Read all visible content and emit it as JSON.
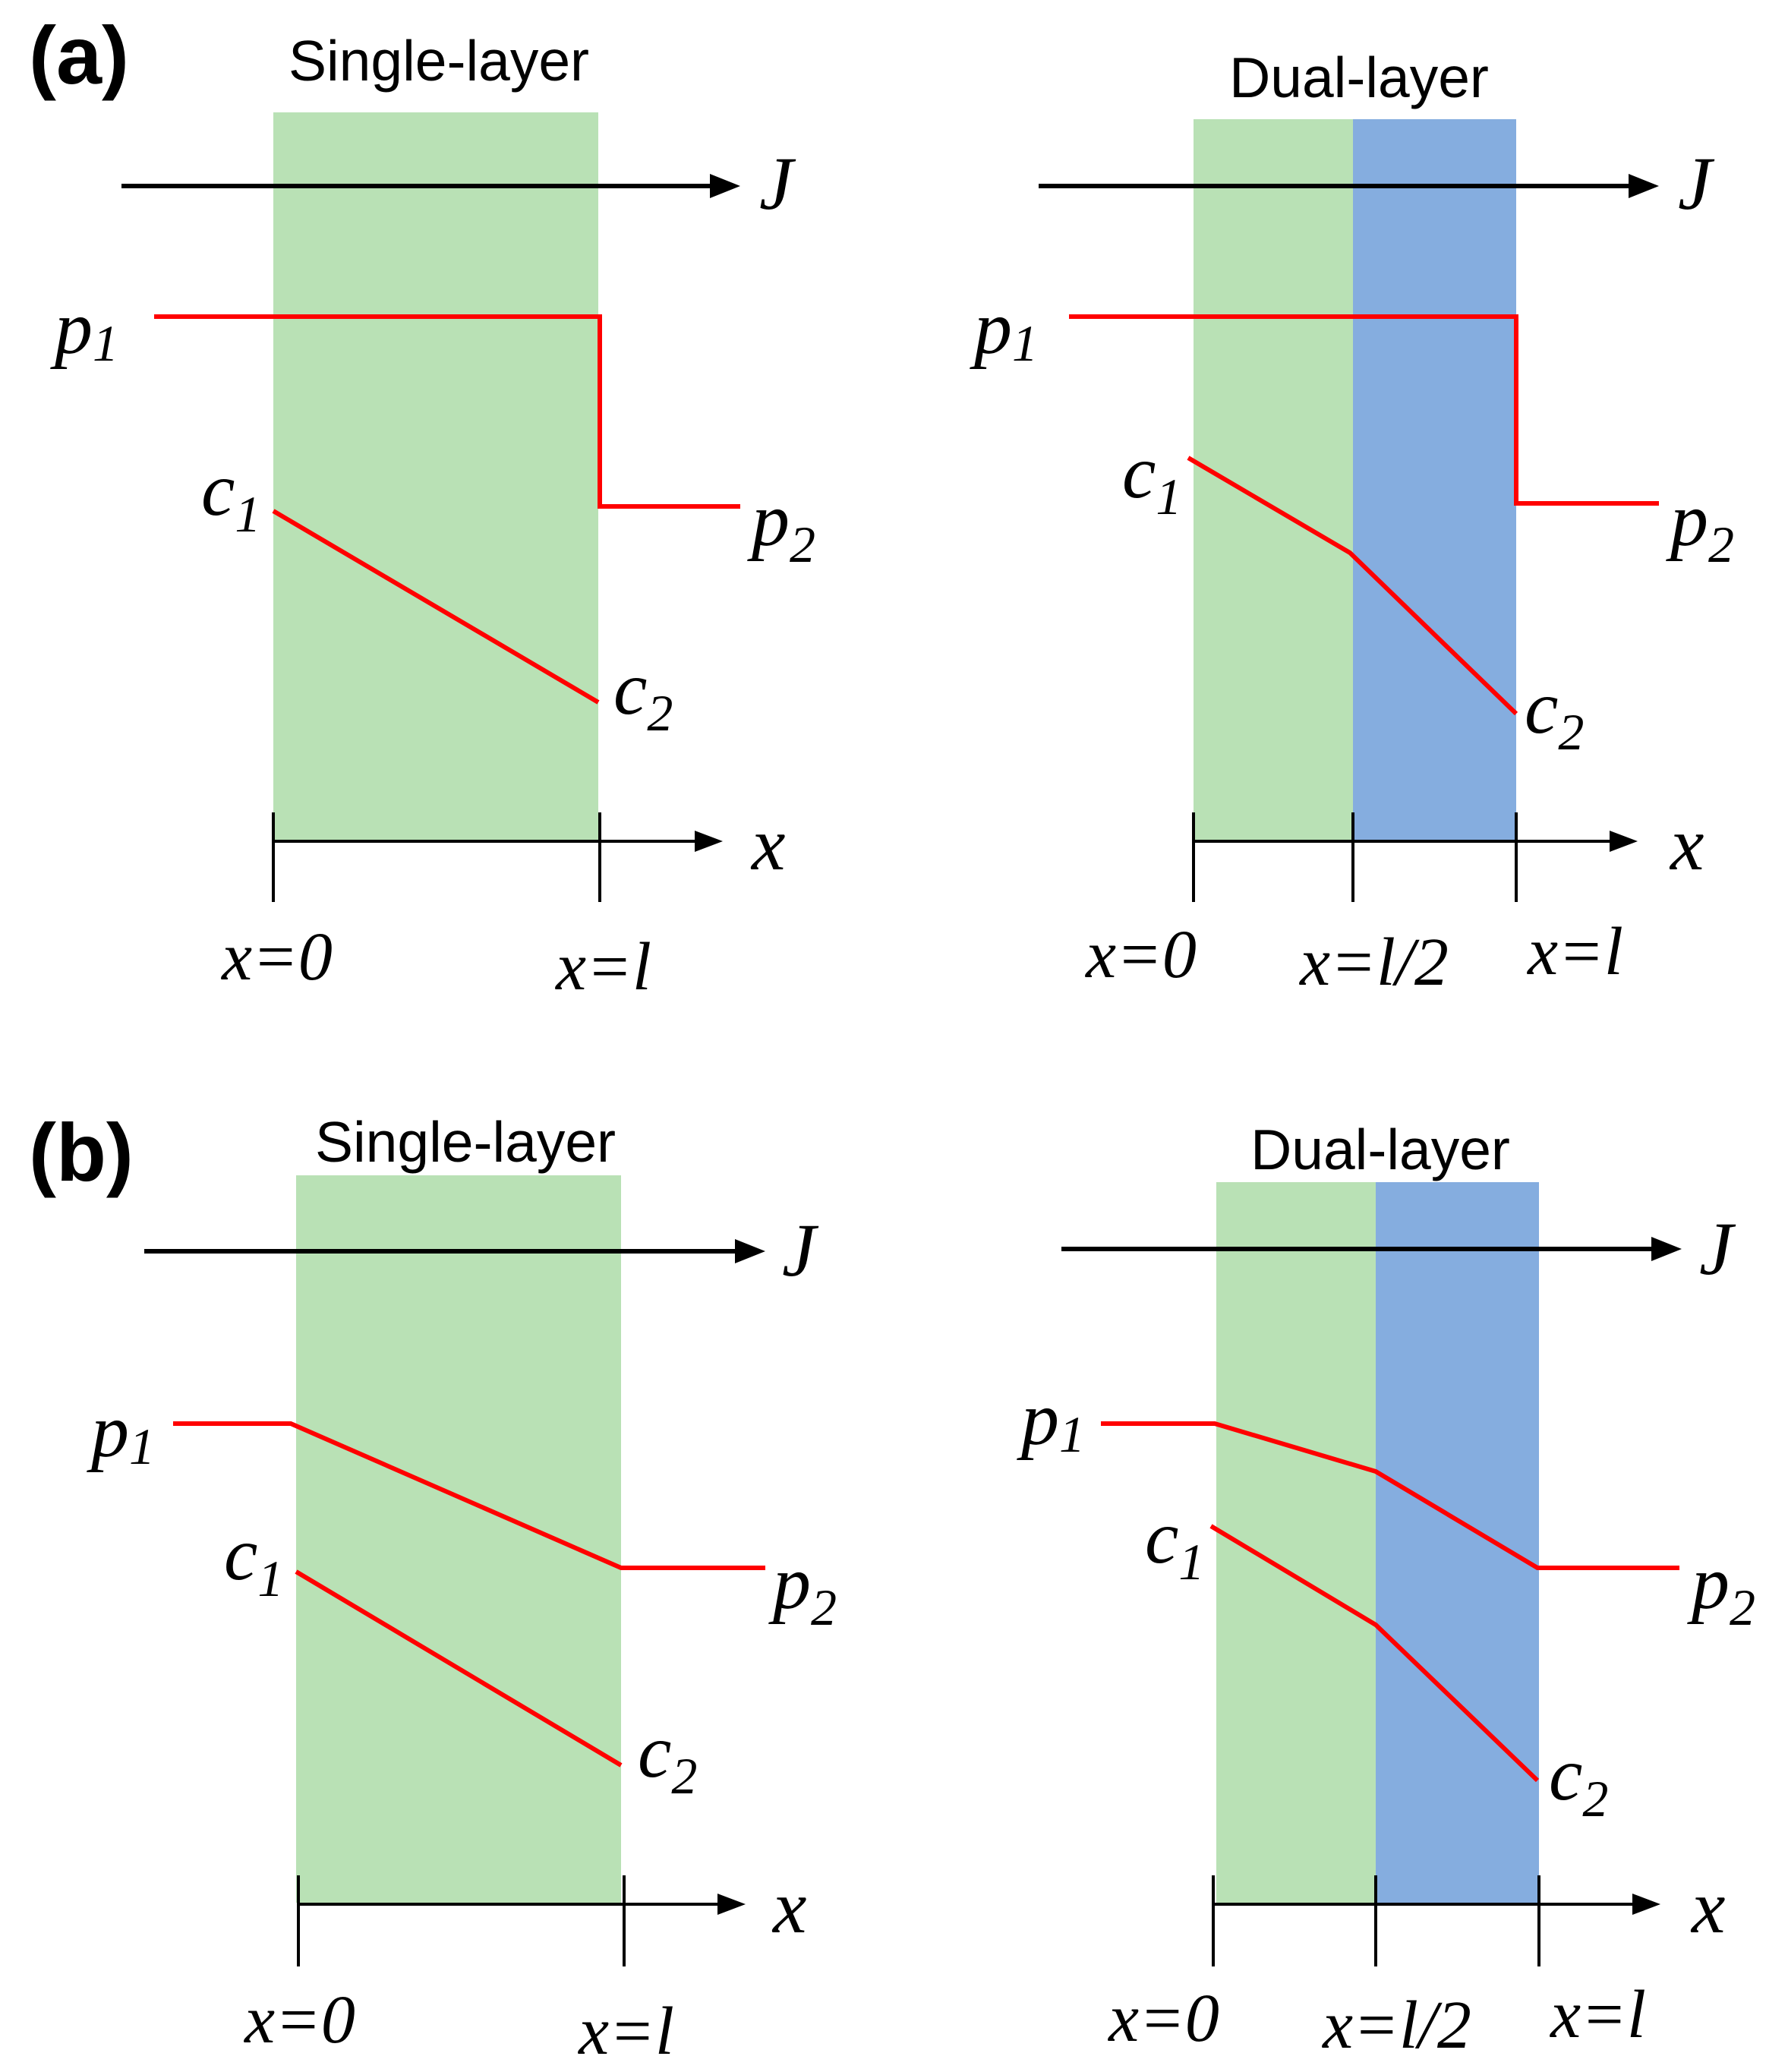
{
  "panels": [
    {
      "label": "(a)",
      "left": {
        "title": "Single-layer",
        "flux": "J",
        "p1": {
          "base": "p",
          "sub": "1"
        },
        "p2": {
          "base": "p",
          "sub": "2"
        },
        "c1": {
          "base": "c",
          "sub": "1"
        },
        "c2": {
          "base": "c",
          "sub": "2"
        },
        "axis_var": "x",
        "ticks": [
          "x=0",
          "x=l"
        ]
      },
      "right": {
        "title": "Dual-layer",
        "flux": "J",
        "p1": {
          "base": "p",
          "sub": "1"
        },
        "p2": {
          "base": "p",
          "sub": "2"
        },
        "c1": {
          "base": "c",
          "sub": "1"
        },
        "c2": {
          "base": "c",
          "sub": "2"
        },
        "axis_var": "x",
        "ticks": [
          "x=0",
          "x=l/2",
          "x=l"
        ]
      }
    },
    {
      "label": "(b)",
      "left": {
        "title": "Single-layer",
        "flux": "J",
        "p1": {
          "base": "p",
          "sub": "1"
        },
        "p2": {
          "base": "p",
          "sub": "2"
        },
        "c1": {
          "base": "c",
          "sub": "1"
        },
        "c2": {
          "base": "c",
          "sub": "2"
        },
        "axis_var": "x",
        "ticks": [
          "x=0",
          "x=l"
        ]
      },
      "right": {
        "title": "Dual-layer",
        "flux": "J",
        "p1": {
          "base": "p",
          "sub": "1"
        },
        "p2": {
          "base": "p",
          "sub": "2"
        },
        "c1": {
          "base": "c",
          "sub": "1"
        },
        "c2": {
          "base": "c",
          "sub": "2"
        },
        "axis_var": "x",
        "ticks": [
          "x=0",
          "x=l/2",
          "x=l"
        ]
      }
    }
  ],
  "colors": {
    "layer1": "#b9e1b5",
    "layer2": "#85addf",
    "profile": "#ff0000",
    "axis": "#000000"
  }
}
